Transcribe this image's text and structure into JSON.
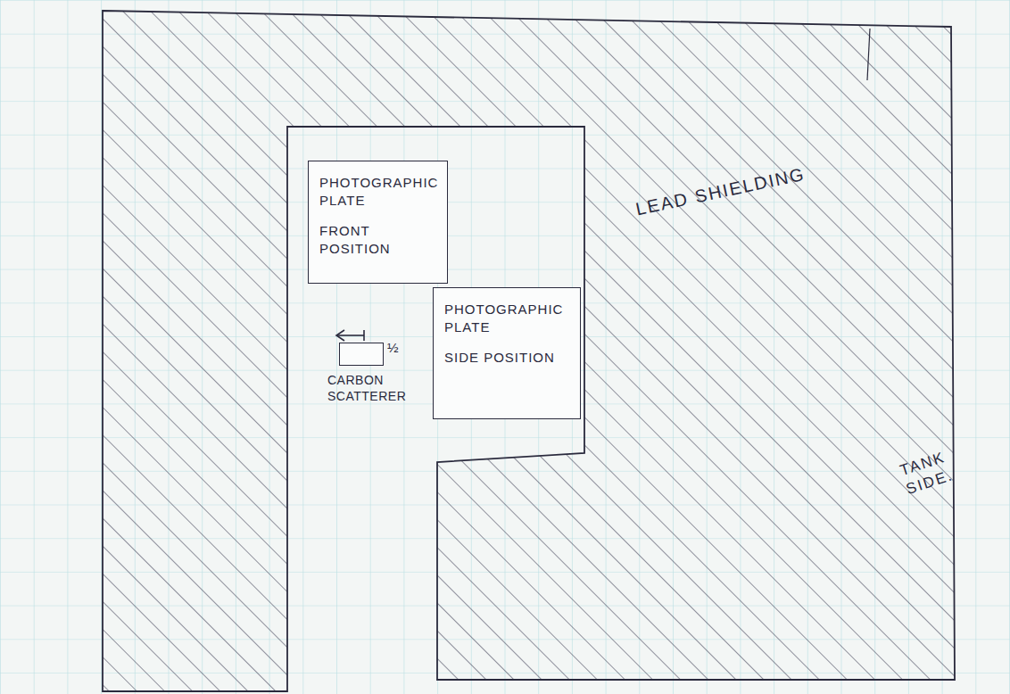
{
  "diagram": {
    "nodes": [
      {
        "text": [
          "PHOTOGRAPHIC PLATE",
          "FRONT POSITION"
        ]
      },
      {
        "text": [
          "CARBON SCATTERER"
        ]
      },
      {
        "text": [
          "PHOTOGRAPHIC PLATE",
          "SIDE POSITION"
        ]
      }
    ],
    "labels": [
      "½",
      "LEAD SHIELDING",
      "TANK SIDE."
    ]
  }
}
